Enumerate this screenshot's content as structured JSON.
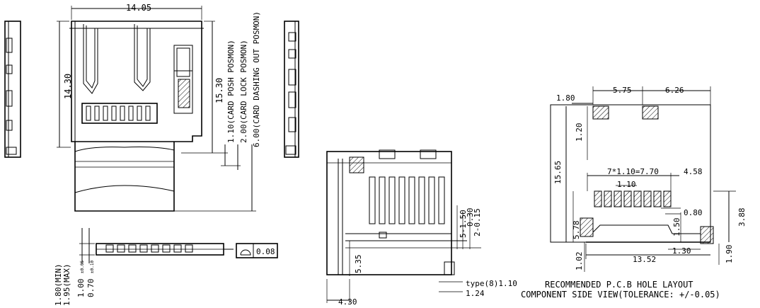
{
  "top_view": {
    "width_dim": "14.05",
    "height_dim": "14.30",
    "overall_dim": "15.30",
    "push_position": "1.10(CARD POSH POSMON)",
    "lock_position": "2.00(CARD LOCK POSMON)",
    "eject_position": "6.00(CARD DASHING OUT POSMON)"
  },
  "front_view": {
    "height_min": "1.80(MIN)",
    "height_max": "1.95(MAX)",
    "dim_1": "1.00",
    "dim_1_tol": "±0.05",
    "dim_2": "0.70",
    "dim_2_tol": "±0.10",
    "flatness_value": "0.08"
  },
  "pcb_side_view": {
    "dim_a": "5-1.50",
    "dim_b": "0.30",
    "dim_c": "2-0.15",
    "height": "5.35",
    "width": "4.30",
    "type_pitch": "type(8)1.10",
    "pad": "1.24"
  },
  "pcb_layout": {
    "dim_top_left": "1.80",
    "dim_5_75": "5.75",
    "dim_6_26": "6.26",
    "dim_1_20": "1.20",
    "dim_15_65": "15.65",
    "pitch_total": "7*1.10=7.70",
    "dim_4_58": "4.58",
    "pitch": "1.10",
    "dim_0_80": "0.80",
    "dim_3_88": "3.88",
    "dim_5_78": "5.78",
    "dim_1_50": "1.50",
    "dim_13_52": "13.52",
    "dim_1_30": "1.30",
    "dim_1_02": "1.02",
    "dim_1_90": "1.90",
    "title_1": "RECOMMENDED P.C.B HOLE LAYOUT",
    "title_2": "COMPONENT SIDE VIEW(TOLERANCE: +/-0.05)"
  }
}
